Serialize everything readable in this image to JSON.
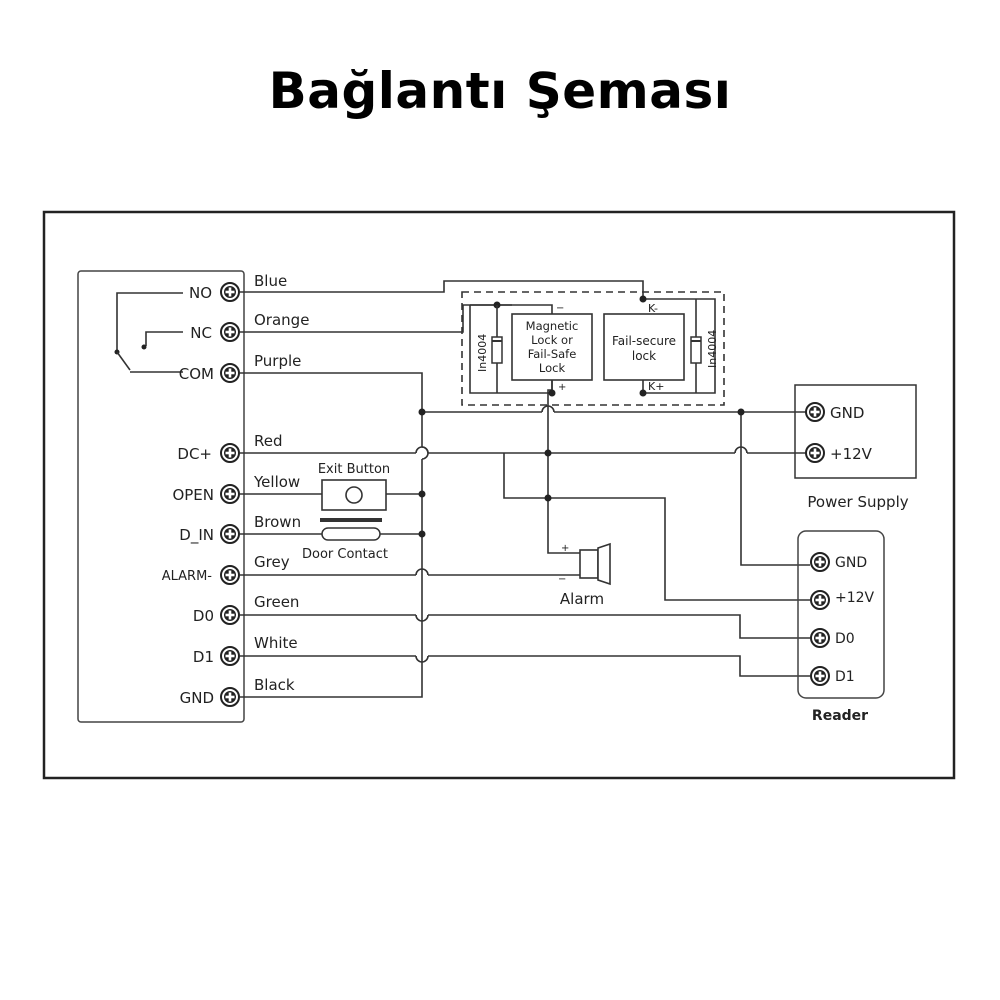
{
  "title": "Bağlantı Şeması",
  "controller": {
    "terminals": [
      {
        "label": "NO",
        "wire": "Blue"
      },
      {
        "label": "NC",
        "wire": "Orange"
      },
      {
        "label": "COM",
        "wire": "Purple"
      },
      {
        "label": "DC+",
        "wire": "Red"
      },
      {
        "label": "OPEN",
        "wire": "Yellow"
      },
      {
        "label": "D_IN",
        "wire": "Brown"
      },
      {
        "label": "ALARM-",
        "wire": "Grey"
      },
      {
        "label": "D0",
        "wire": "Green"
      },
      {
        "label": "D1",
        "wire": "White"
      },
      {
        "label": "GND",
        "wire": "Black"
      }
    ]
  },
  "components": {
    "exit_button": "Exit Button",
    "door_contact": "Door Contact",
    "alarm": "Alarm",
    "alarm_plus": "+",
    "alarm_minus": "−",
    "mag_lock": [
      "Magnetic",
      "Lock or",
      "Fail-Safe",
      "Lock"
    ],
    "fail_secure": [
      "Fail-secure",
      "lock"
    ],
    "diode": "In4004",
    "k_minus": "K-",
    "k_plus": "K+",
    "mag_minus": "−",
    "mag_plus": "+"
  },
  "power_supply": {
    "label": "Power Supply",
    "gnd": "GND",
    "v12": "+12V"
  },
  "reader": {
    "label": "Reader",
    "terminals": [
      "GND",
      "+12V",
      "D0",
      "D1"
    ]
  }
}
